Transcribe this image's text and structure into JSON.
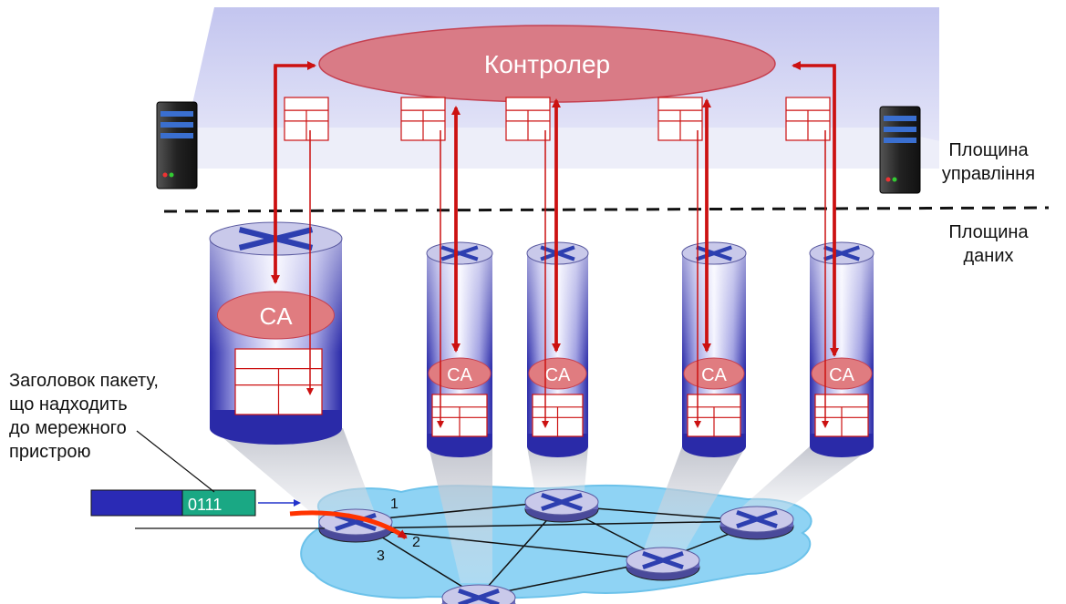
{
  "controller": {
    "label": "Контролер"
  },
  "planes": {
    "control_line1": "Площина",
    "control_line2": "управління",
    "data_line1": "Площина",
    "data_line2": "даних"
  },
  "agent_label": "CA",
  "packet": {
    "header_value": "0111",
    "callout_line1": "Заголовок пакету,",
    "callout_line2": "що надходить",
    "callout_line3": "до мережного",
    "callout_line4": "пристрою"
  },
  "ports": {
    "p1": "1",
    "p2": "2",
    "p3": "3"
  },
  "colors": {
    "plane_fill": "#c9cbf0",
    "controller_fill": "#d97b86",
    "agent_fill": "#e07c80",
    "arrow": "#cc1111",
    "network_fill": "#8fd3f4",
    "packet_body": "#2a2ab5",
    "packet_header": "#1aa884"
  },
  "icons": [
    "server-icon",
    "router-icon",
    "flow-table-icon"
  ]
}
